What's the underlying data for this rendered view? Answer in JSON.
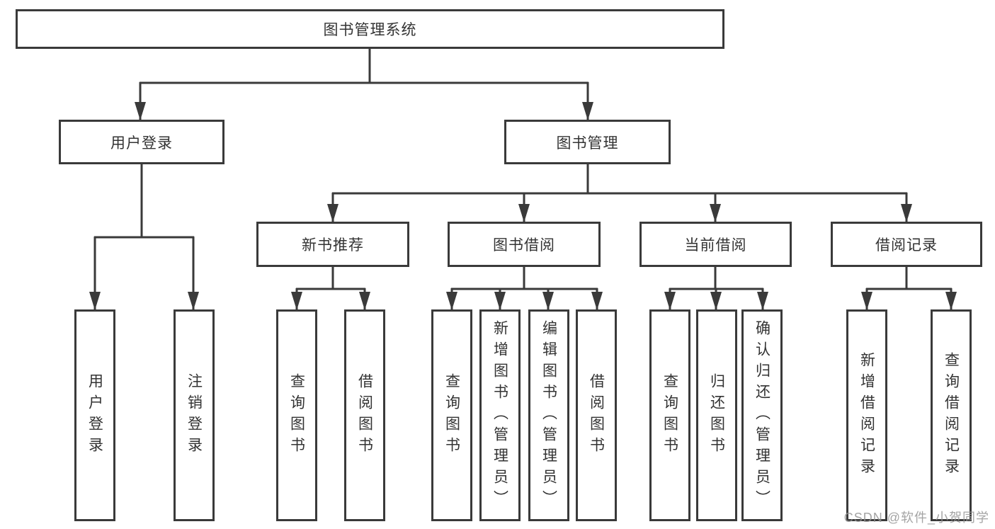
{
  "tree": {
    "root": {
      "label": "图书管理系统"
    },
    "branches": [
      {
        "label": "用户登录",
        "children": [
          {
            "label": "用户登录"
          },
          {
            "label": "注销登录"
          }
        ]
      },
      {
        "label": "图书管理",
        "children": [
          {
            "label": "新书推荐",
            "children": [
              {
                "label": "查询图书"
              },
              {
                "label": "借阅图书"
              }
            ]
          },
          {
            "label": "图书借阅",
            "children": [
              {
                "label": "查询图书"
              },
              {
                "label": "新增图书（管理员）"
              },
              {
                "label": "编辑图书（管理员）"
              },
              {
                "label": "借阅图书"
              }
            ]
          },
          {
            "label": "当前借阅",
            "children": [
              {
                "label": "查询图书"
              },
              {
                "label": "归还图书"
              },
              {
                "label": "确认归还（管理员）"
              }
            ]
          },
          {
            "label": "借阅记录",
            "children": [
              {
                "label": "新增借阅记录"
              },
              {
                "label": "查询借阅记录"
              }
            ]
          }
        ]
      }
    ]
  },
  "watermark": "CSDN @软件_小贺同学",
  "colors": {
    "line": "#3a3a3a",
    "box_border": "#3a3a3a",
    "text": "#333333",
    "background": "#ffffff",
    "watermark": "#949494"
  }
}
